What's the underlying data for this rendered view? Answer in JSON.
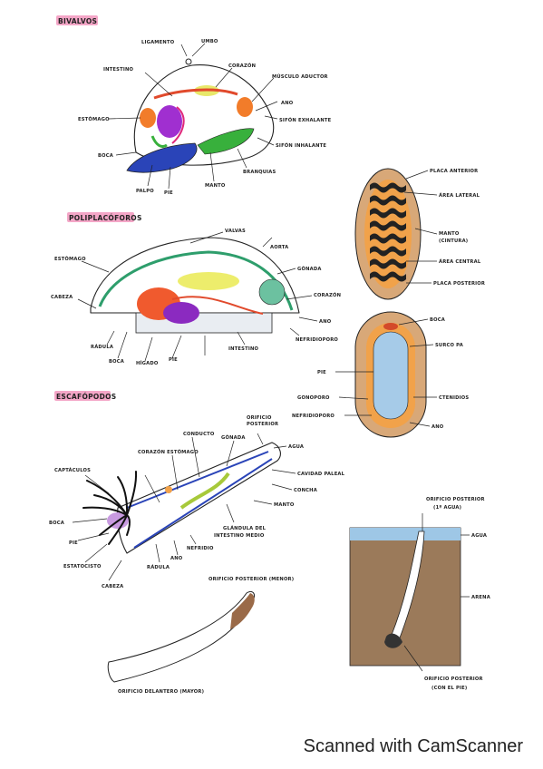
{
  "sections": {
    "bivalvos": "BIVALVOS",
    "poliplacoforos": "POLIPLACÓFOROS",
    "escafopodos": "ESCAFÓPODOS"
  },
  "bivalvo_labels": {
    "umbo": "UMBO",
    "ligamento": "LIGAMENTO",
    "intestino": "INTESTINO",
    "corazon": "CORAZÓN",
    "musculo_aductor": "MÚSCULO ADUCTOR",
    "ano": "ANO",
    "sifon_exhalante": "SIFÓN EXHALANTE",
    "sifon_inhalante": "SIFÓN INHALANTE",
    "estomago": "ESTÓMAGO",
    "boca": "BOCA",
    "palpo": "PALPO",
    "pie": "PIE",
    "manto": "MANTO",
    "branquias": "BRANQUIAS"
  },
  "quiton_side_labels": {
    "valvas": "VALVAS",
    "aorta": "AORTA",
    "gonada": "GÓNADA",
    "corazon": "CORAZÓN",
    "estomago": "ESTÓMAGO",
    "cabeza": "CABEZA",
    "ano": "ANO",
    "nefridioporo": "NEFRIDIOPORO",
    "radula": "RÁDULA",
    "boca": "BOCA",
    "higado": "HÍGADO",
    "pie": "PIE",
    "intestino": "INTESTINO"
  },
  "quiton_top_labels": {
    "placa_anterior": "PLACA ANTERIOR",
    "area_lateral": "ÁREA LATERAL",
    "manto_1": "MANTO",
    "manto_2": "(CINTURA)",
    "area_central": "ÁREA CENTRAL",
    "placa_posterior": "PLACA POSTERIOR"
  },
  "quiton_ventral_labels": {
    "boca": "BOCA",
    "surco_pa": "SURCO PA",
    "pie": "PIE",
    "gonoporo": "GONOPORO",
    "ctenidios": "CTENIDIOS",
    "nefridioporo": "NEFRIDIOPORO",
    "ano": "ANO"
  },
  "escafopodo_labels": {
    "orificio_posterior_1": "ORIFICIO",
    "orificio_posterior_2": "POSTERIOR",
    "agua": "AGUA",
    "gonada": "GÓNADA",
    "conducto_1": "CONDUCTO",
    "corazon_estomago": "CORAZÓN ESTÓMAGO",
    "captaculos": "CAPTÁCULOS",
    "cavidad_paleal": "CAVIDAD PALEAL",
    "concha": "CONCHA",
    "manto": "MANTO",
    "glandula_1": "GLÁNDULA DEL",
    "glandula_2": "INTESTINO MEDIO",
    "boca": "BOCA",
    "pie": "PIE",
    "estatocisto": "ESTATOCISTO",
    "radula": "RÁDULA",
    "ano": "ANO",
    "nefridio": "NEFRIDIO",
    "cabeza": "CABEZA"
  },
  "shell_labels": {
    "posterior": "ORIFICIO POSTERIOR (MENOR)",
    "delantero": "ORIFICIO DELANTERO (MAYOR)"
  },
  "burrow_labels": {
    "orificio_top_1": "ORIFICIO POSTERIOR",
    "orificio_top_2": "(1º AGUA)",
    "agua": "AGUA",
    "arena": "ARENA",
    "orificio_bottom_1": "ORIFICIO POSTERIOR",
    "orificio_bottom_2": "(CON EL PIE)"
  },
  "footer": "Scanned with CamScanner"
}
